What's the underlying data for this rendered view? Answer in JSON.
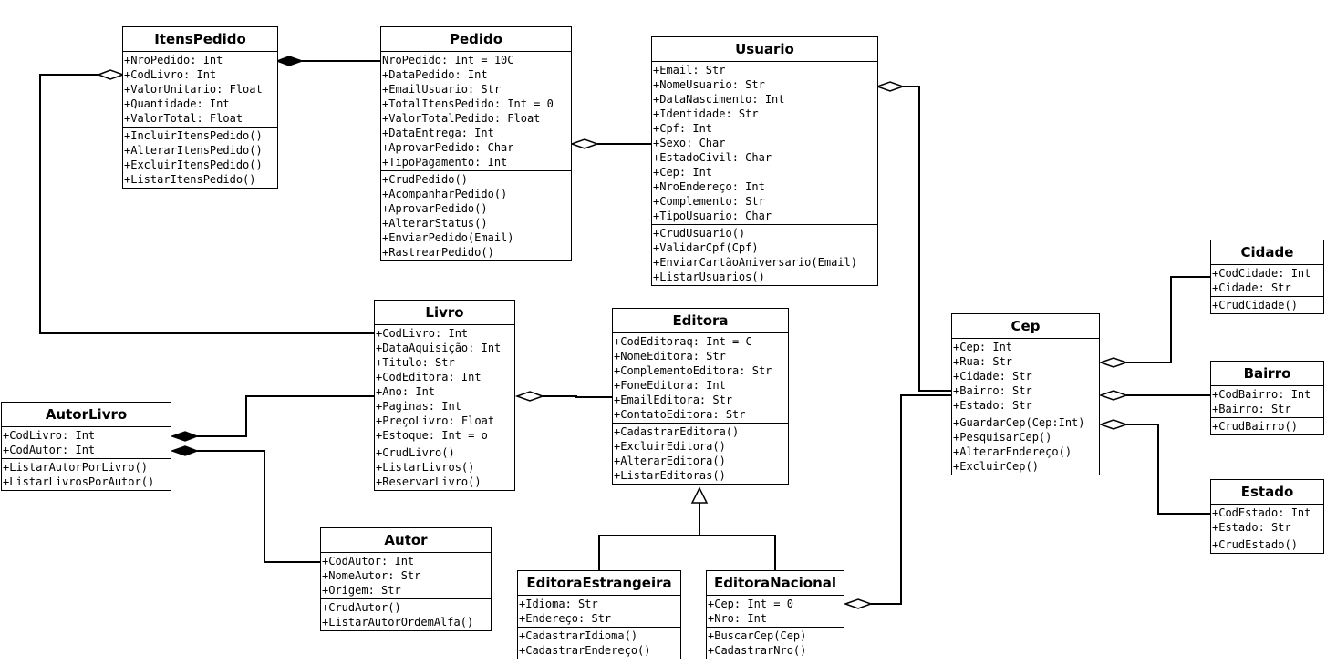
{
  "classes": [
    {
      "id": "itenspedido",
      "name": "ItensPedido",
      "attributes": [
        "+NroPedido: Int",
        "+CodLivro: Int",
        "+ValorUnitario: Float",
        "+Quantidade: Int",
        "+ValorTotal: Float"
      ],
      "methods": [
        "+IncluirItensPedido()",
        "+AlterarItensPedido()",
        "+ExcluirItensPedido()",
        "+ListarItensPedido()"
      ]
    },
    {
      "id": "pedido",
      "name": "Pedido",
      "attributes": [
        " NroPedido: Int = 10C",
        "+DataPedido: Int",
        "+EmailUsuario: Str",
        "+TotalItensPedido: Int = 0",
        "+ValorTotalPedido: Float",
        "+DataEntrega: Int",
        "+AprovarPedido: Char",
        "+TipoPagamento: Int"
      ],
      "methods": [
        "+CrudPedido()",
        "+AcompanharPedido()",
        "+AprovarPedido()",
        "+AlterarStatus()",
        "+EnviarPedido(Email)",
        "+RastrearPedido()"
      ]
    },
    {
      "id": "usuario",
      "name": "Usuario",
      "attributes": [
        "+Email: Str",
        "+NomeUsuario: Str",
        "+DataNascimento: Int",
        "+Identidade: Str",
        "+Cpf: Int",
        "+Sexo: Char",
        "+EstadoCivil: Char",
        "+Cep: Int",
        "+NroEndereço: Int",
        "+Complemento: Str",
        "+TipoUsuario: Char"
      ],
      "methods": [
        "+CrudUsuario()",
        "+ValidarCpf(Cpf)",
        "+EnviarCartãoAniversario(Email)",
        "+ListarUsuarios()"
      ]
    },
    {
      "id": "cidade",
      "name": "Cidade",
      "attributes": [
        "+CodCidade: Int",
        "+Cidade: Str"
      ],
      "methods": [
        "+CrudCidade()"
      ]
    },
    {
      "id": "livro",
      "name": "Livro",
      "attributes": [
        "+CodLivro: Int",
        "+DataAquisição: Int",
        "+Titulo: Str",
        "+CodEditora: Int",
        "+Ano: Int",
        "+Paginas: Int",
        "+PreçoLivro: Float",
        "+Estoque: Int = o"
      ],
      "methods": [
        "+CrudLivro()",
        "+ListarLivros()",
        "+ReservarLivro()"
      ]
    },
    {
      "id": "editora",
      "name": "Editora",
      "attributes": [
        "+CodEditoraq: Int = C",
        "+NomeEditora: Str",
        "+ComplementoEditora: Str",
        "+FoneEditora: Int",
        "+EmailEditora: Str",
        "+ContatoEditora: Str"
      ],
      "methods": [
        "+CadastrarEditora()",
        "+ExcluirEditora()",
        "+AlterarEditora()",
        "+ListarEditoras()"
      ]
    },
    {
      "id": "cep",
      "name": "Cep",
      "attributes": [
        "+Cep: Int",
        "+Rua: Str",
        "+Cidade: Str",
        "+Bairro: Str",
        "+Estado: Str"
      ],
      "methods": [
        "+GuardarCep(Cep:Int)",
        "+PesquisarCep()",
        "+AlterarEndereço()",
        "+ExcluirCep()"
      ]
    },
    {
      "id": "bairro",
      "name": "Bairro",
      "attributes": [
        "+CodBairro: Int",
        "+Bairro: Str"
      ],
      "methods": [
        "+CrudBairro()"
      ]
    },
    {
      "id": "autorlivro",
      "name": "AutorLivro",
      "attributes": [
        "+CodLivro: Int",
        "+CodAutor: Int"
      ],
      "methods": [
        "+ListarAutorPorLivro()",
        "+ListarLivrosPorAutor()"
      ]
    },
    {
      "id": "estado",
      "name": "Estado",
      "attributes": [
        "+CodEstado: Int",
        "+Estado: Str"
      ],
      "methods": [
        "+CrudEstado()"
      ]
    },
    {
      "id": "autor",
      "name": "Autor",
      "attributes": [
        "+CodAutor: Int",
        "+NomeAutor: Str",
        "+Origem: Str"
      ],
      "methods": [
        "+CrudAutor()",
        "+ListarAutorOrdemAlfa()"
      ]
    },
    {
      "id": "editoraestrangeira",
      "name": "EditoraEstrangeira",
      "attributes": [
        "+Idioma: Str",
        "+Endereço: Str"
      ],
      "methods": [
        "+CadastrarIdioma()",
        "+CadastrarEndereço()"
      ]
    },
    {
      "id": "editoranacional",
      "name": "EditoraNacional",
      "attributes": [
        "+Cep: Int = 0",
        "+Nro: Int"
      ],
      "methods": [
        "+BuscarCep(Cep)",
        "+CadastrarNro()"
      ]
    }
  ],
  "relationships": [
    {
      "id": "itenspedido-pedido",
      "type": "composition",
      "from": "Pedido",
      "to": "ItensPedido"
    },
    {
      "id": "itenspedido-livro",
      "type": "aggregation",
      "from": "Livro",
      "to": "ItensPedido"
    },
    {
      "id": "pedido-usuario",
      "type": "aggregation",
      "from": "Usuario",
      "to": "Pedido"
    },
    {
      "id": "usuario-cep",
      "type": "aggregation",
      "from": "Cep",
      "to": "Usuario"
    },
    {
      "id": "livro-editora",
      "type": "aggregation",
      "from": "Editora",
      "to": "Livro"
    },
    {
      "id": "autorlivro-livro",
      "type": "composition",
      "from": "Livro",
      "to": "AutorLivro"
    },
    {
      "id": "autorlivro-autor",
      "type": "composition",
      "from": "Autor",
      "to": "AutorLivro"
    },
    {
      "id": "editora-generalization",
      "type": "generalization",
      "from": "EditoraEstrangeira, EditoraNacional",
      "to": "Editora"
    },
    {
      "id": "editoranacional-cep",
      "type": "aggregation",
      "from": "Cep",
      "to": "EditoraNacional"
    },
    {
      "id": "cep-cidade",
      "type": "aggregation",
      "from": "Cidade",
      "to": "Cep"
    },
    {
      "id": "cep-bairro",
      "type": "aggregation",
      "from": "Bairro",
      "to": "Cep"
    },
    {
      "id": "cep-estado",
      "type": "aggregation",
      "from": "Estado",
      "to": "Cep"
    }
  ]
}
